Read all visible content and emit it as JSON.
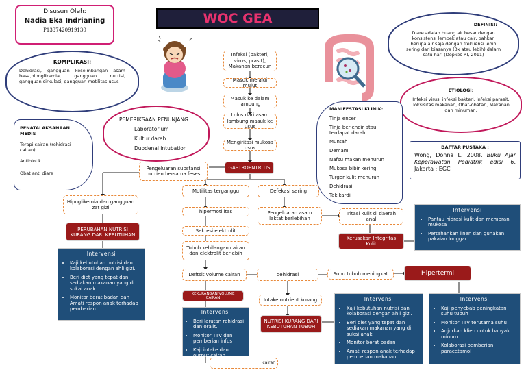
{
  "title": "WOC GEA",
  "author": {
    "prepared_by": "Disusun Oleh:",
    "name": "Nadia Eka Indrianing",
    "id": "P1337420919130"
  },
  "komplikasi": {
    "heading": "KOMPLIKASI:",
    "text": "Dehidrasi, gangguan keseimbangan asam basa,hipoglikemia, gangguan nutrisi, gangguan sirkulasi, gangguan motilitas usus"
  },
  "penunjang": {
    "heading": "PEMERIKSAAN PENUNJANG:",
    "items": [
      "Laboratorium",
      "Kultur darah",
      "Duodenal intubation"
    ]
  },
  "penatalaksanaan": {
    "heading": "PENATALAKSANAAN MEDIS",
    "items": [
      "Terapi cairan (rehidrasi cairan)",
      "Antibiotik",
      "Obat anti diare"
    ]
  },
  "definisi": {
    "heading": "DEFINISI:",
    "text": "Diare adalah buang air besar dengan konsistensi lembek atau cair, bahkan berupa air saja dengan frekuensi lebih sering dari biasanya (3x atau lebih) dalam satu hari (Depkes RI, 2011)"
  },
  "etiologi": {
    "heading": "ETIOLOGI:",
    "text": "Infeksi virus, infeksi bakteri, infeksi parasit, Toksisitas makanan, Obat-obatan, Makanan dan minuman."
  },
  "manifestasi": {
    "heading": "MANIFESTASI KLINIK:",
    "items": [
      "Tinja encer",
      "Tinja berlendir atau terdapat darah",
      "Muntah",
      "Demam",
      "Nafsu makan menurun",
      "Mukosa bibir kering",
      "Turgor kulit menurun",
      "Dehidrasi",
      "Takikardi"
    ]
  },
  "pustaka": {
    "heading": "DAFTAR PUSTAKA :",
    "text_a": "Wong, Donna L. 2008. ",
    "text_b": "Buku Ajar Keperawatan Pediatrik edisi 6",
    "text_c": ". Jakarta : EGC"
  },
  "flow": {
    "infeksi": "Infeksi (bakteri, virus, prasit), Makanan beracun",
    "masuk_mulut": "Masuk melalui mulut",
    "masuk_lambung": "Masuk ke dalam lambung",
    "lolos": "Lolos dari asam lambung masuk ke usus",
    "iritasi_mukosa": "Mengiritasi mukosa usus",
    "gastro": "GASTROENTRITIS",
    "substansi": "Pengeluaran substansi nutrien bersama feses",
    "hipoglikemia": "Hipoglikemia dan gangguan zat gizi",
    "perubahan_nutrisi": "PERUBAHAN NUTRISI KURANG DARI KEBUTUHAN",
    "motilitas": "Motilitas terganggu",
    "defekasi": "Defekasi sering",
    "hipermotilitas": "hipermotilitas",
    "asam_laktat": "Pengeluaran asam laktat berlebihan",
    "iritasi_kulit": "Iritasi kulit di daerah anal",
    "integritas": "Kerusakan Integritas Kulit",
    "sekresi": "Sekresi elektrolit",
    "tubuh_kehilangan": "Tubuh kehilangan cairan dan elektrolit berlebih",
    "defisit": "Deftsit volume cairan",
    "dehidrasi": "dehidrasi",
    "suhu": "Suhu tubuh meningkat",
    "hipertermi": "Hipertermi",
    "kekurangan_volume": "KEKURANGAN VOLUME CAIRAN",
    "intake": "Intake nutrient kurang",
    "nutrisi_kurang": "NUTRISI KURANG DARI KEBUTUHAN TUBUH",
    "bottom_label": "cairan"
  },
  "interventions": {
    "heading": "Intervensi",
    "nutrisi_left": [
      "Kaji kebutuhan nutrisi dan kolaborasi dengan ahli gizi.",
      "Beri diet yang tepat dan sediakan makanan yang di sukai anak.",
      "Monitor berat badan dan Amati respon anak terhadap pemberian"
    ],
    "kulit": [
      "Pantau hidrasi kulit dan membran mukosa",
      "Pertahankan linen dan gunakan pakaian longgar"
    ],
    "cairan": [
      "Beri larutan rehidrasi dan oralit.",
      "Monitor TTV dan pemberian infus",
      "Kaji intake dan output cairan."
    ],
    "nutrisi_mid": [
      "Kaji kebutuhan nutrisi dan kolaborasi dengan ahli gizi.",
      "Beri diet yang tepat dan sediakan makanan yang di sukai anak.",
      "Monitor berat badan",
      "Amati respon anak terhadap pemberian makanan."
    ],
    "hipertermi": [
      "Kaji penyebab peningkatan suhu tubuh",
      "Monitor TTV terutama suhu",
      "Anjurkan klien untuk banyak minum",
      "Kolaborasi pemberian paracetamol"
    ]
  },
  "colors": {
    "title_bg": "#1f1f3a",
    "title_text": "#e8326e",
    "red_box": "#9a1a1a",
    "blue_box": "#1f4e79",
    "dash": "#e8893a"
  }
}
